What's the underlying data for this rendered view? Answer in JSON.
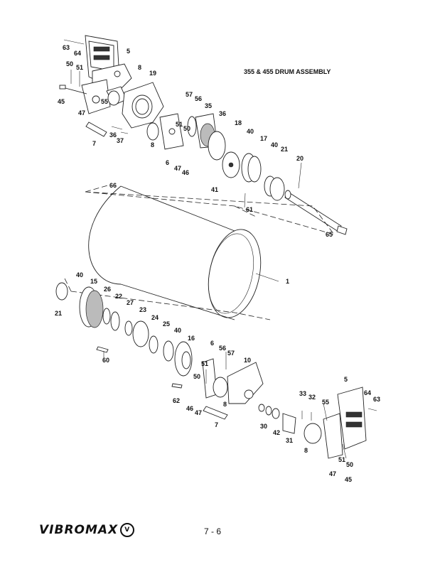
{
  "title": "355 & 455 DRUM ASSEMBLY",
  "footer": {
    "brand": "VIBROMAX",
    "brand_mark": "V",
    "page_number": "7 - 6"
  },
  "callouts": {
    "upper_left_bracket": [
      "63",
      "64",
      "5",
      "50",
      "51",
      "8",
      "19",
      "45",
      "55",
      "47",
      "7",
      "36",
      "37",
      "57",
      "56",
      "35",
      "51",
      "50",
      "8",
      "6",
      "47",
      "46"
    ],
    "upper_right_shaft": [
      "36",
      "18",
      "40",
      "17",
      "40",
      "21",
      "20",
      "41",
      "61",
      "65",
      "66"
    ],
    "drum": [
      "1"
    ],
    "lower_left": [
      "40",
      "15",
      "26",
      "22",
      "27",
      "23",
      "24",
      "25",
      "40",
      "16",
      "21",
      "60",
      "62",
      "46",
      "47",
      "50",
      "51",
      "6",
      "56",
      "57"
    ],
    "lower_right": [
      "10",
      "8",
      "7",
      "33",
      "32",
      "55",
      "30",
      "42",
      "31",
      "5",
      "64",
      "63",
      "8",
      "51",
      "50",
      "47",
      "45"
    ]
  }
}
